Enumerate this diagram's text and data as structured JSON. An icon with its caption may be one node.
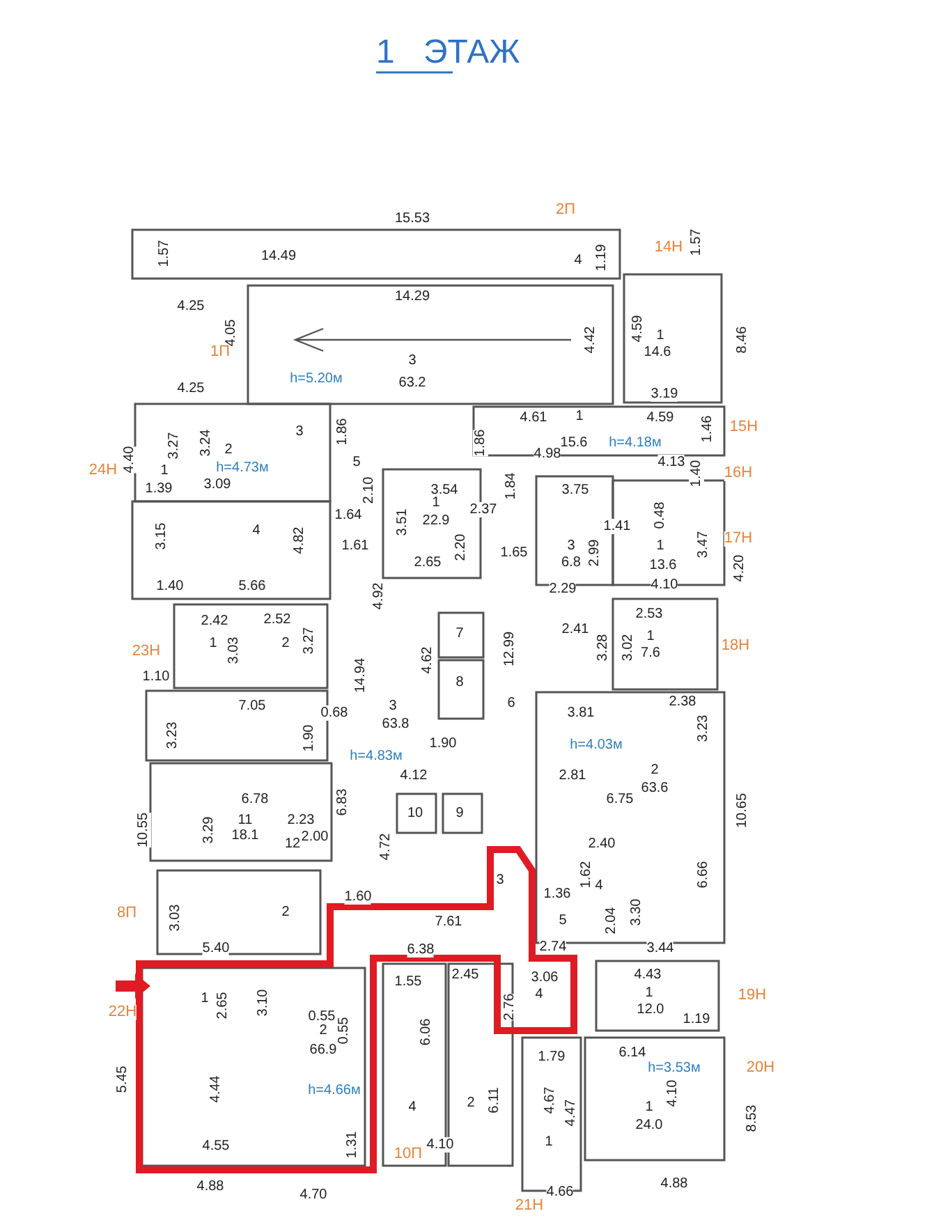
{
  "diagram": {
    "title": "1 ЭТАЖ",
    "labels": [
      "2П",
      "15.53",
      "1.57",
      "14.49",
      "4",
      "1.19",
      "14Н",
      "1.57",
      "14.29",
      "4.25",
      "4.05",
      "4.59",
      "4.42",
      "8.46",
      "1",
      "14.6",
      "1П",
      "3",
      "63.2",
      "h=5.20м",
      "4.25",
      "3.19",
      "4.61",
      "1",
      "4.59",
      "3",
      "1.86",
      "1.46",
      "15Н",
      "3.27",
      "3.24",
      "1.86",
      "15.6",
      "h=4.18м",
      "2",
      "4.98",
      "4.40",
      "5",
      "4.13",
      "h=4.73м",
      "24Н",
      "1",
      "1.40",
      "16Н",
      "3.09",
      "1.39",
      "2.10",
      "3.54",
      "1.84",
      "3.75",
      "1",
      "2.37",
      "0.48",
      "1.64",
      "3.51",
      "22.9",
      "1.41",
      "4",
      "3.15",
      "4.82",
      "1",
      "17Н",
      "1.61",
      "2.20",
      "3",
      "2.99",
      "1.65",
      "3.47",
      "2.65",
      "6.8",
      "13.6",
      "4.20",
      "4.10",
      "1.40",
      "5.66",
      "2.29",
      "4.92",
      "2.53",
      "2.42",
      "2.52",
      "2.41",
      "7",
      "1",
      "1",
      "2",
      "3.27",
      "3.03",
      "3.28",
      "3.02",
      "12.99",
      "23Н",
      "7.6",
      "18Н",
      "4.62",
      "8",
      "14.94",
      "1.10",
      "2.38",
      "6",
      "7.05",
      "3",
      "3.81",
      "63.8",
      "0.68",
      "1.90",
      "3.23",
      "3.23",
      "1.90",
      "h=4.03м",
      "h=4.83м",
      "2",
      "4.12",
      "2.81",
      "63.6",
      "6.75",
      "9",
      "6.78",
      "6.83",
      "10.65",
      "10",
      "11",
      "2.23",
      "3.29",
      "10.55",
      "18.1",
      "2.00",
      "2.40",
      "12",
      "4.72",
      "6.66",
      "1.62",
      "3",
      "4",
      "1.36",
      "1.60",
      "2",
      "8П",
      "3.30",
      "7.61",
      "3.03",
      "5",
      "2.04",
      "2.74",
      "5.40",
      "3.44",
      "6.38",
      "2.45",
      "4.43",
      "3.06",
      "1.55",
      "1",
      "4",
      "19Н",
      "1",
      "3.10",
      "2.65",
      "2.76",
      "12.0",
      "22Н",
      "0.55",
      "1.19",
      "0.55",
      "2",
      "6.06",
      "66.9",
      "6.14",
      "1.79",
      "h=3.53м",
      "20Н",
      "5.45",
      "4.67",
      "4.44",
      "h=4.66м",
      "4.10",
      "2",
      "6.11",
      "4",
      "1",
      "4.47",
      "8.53",
      "24.0",
      "1",
      "4.10",
      "4.55",
      "1.31",
      "10П",
      "4.88",
      "4.88",
      "4.66",
      "4.70",
      "21Н"
    ]
  }
}
